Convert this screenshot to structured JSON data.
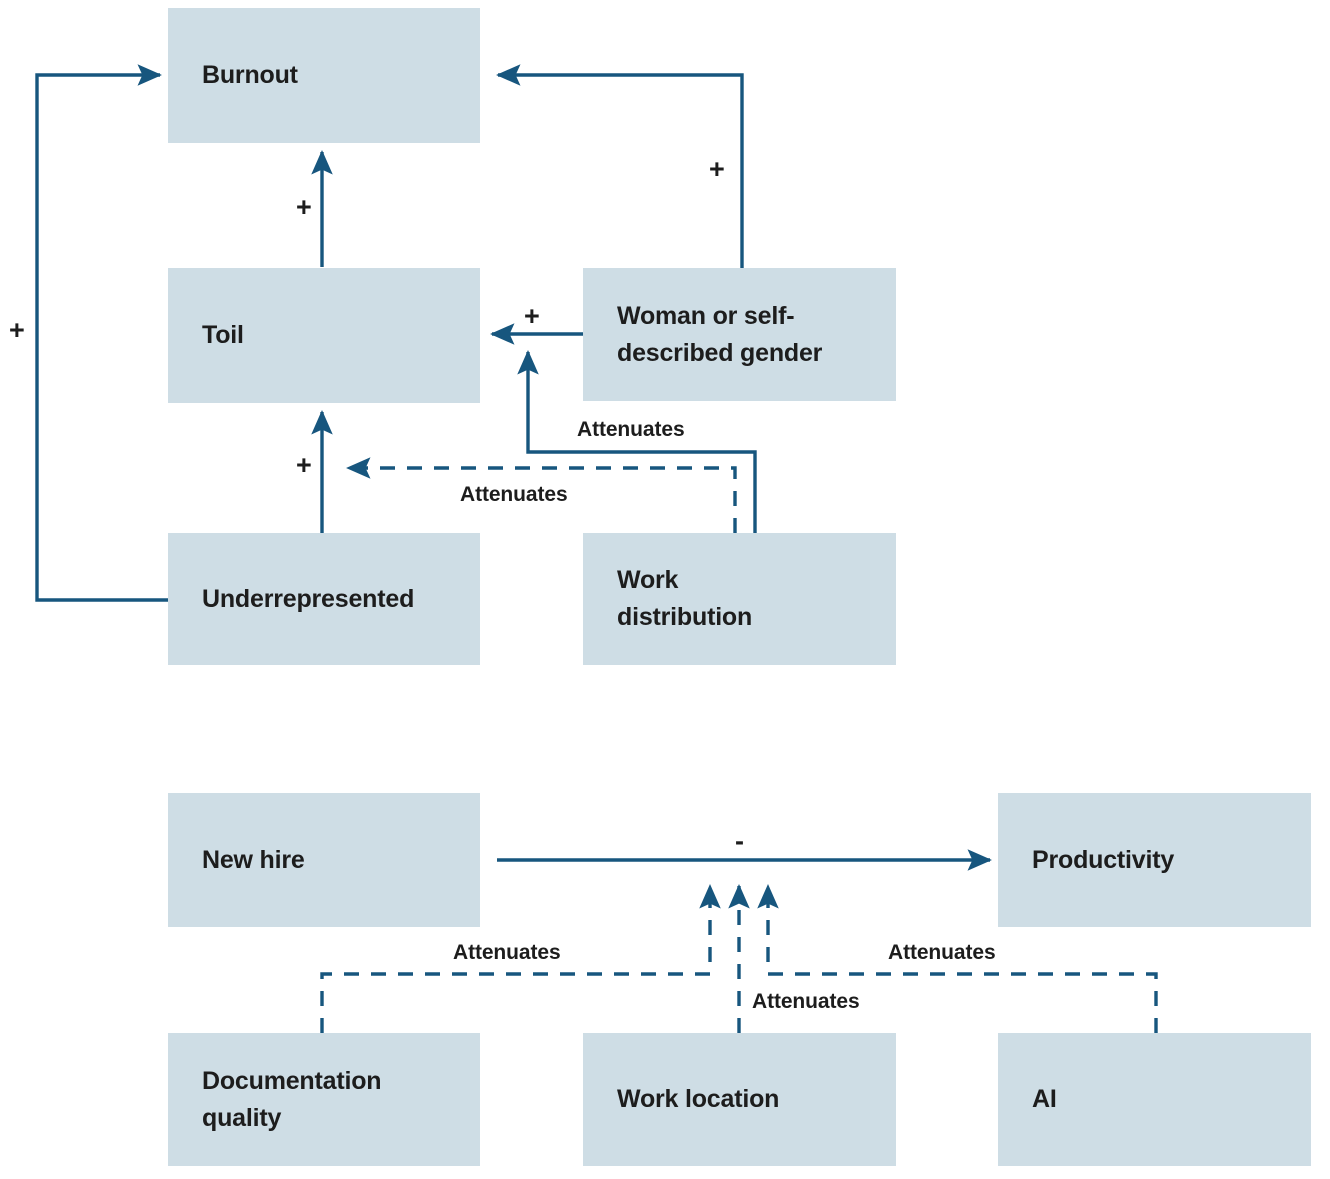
{
  "theme": {
    "node_fill": "#cedde5",
    "line_color": "#17567e",
    "text_color": "#1d1d1d",
    "background": "#ffffff"
  },
  "diagram": {
    "type": "causal-loop-diagram",
    "sections": [
      {
        "id": "burnout-section",
        "nodes": [
          {
            "id": "burnout",
            "label": "Burnout"
          },
          {
            "id": "toil",
            "label": "Toil"
          },
          {
            "id": "underrepresented",
            "label": "Underrepresented"
          },
          {
            "id": "woman-gender",
            "label": "Woman or self-\ndescribed gender"
          },
          {
            "id": "work-distribution",
            "label": "Work\ndistribution"
          }
        ],
        "edges": [
          {
            "from": "underrepresented",
            "to": "burnout",
            "sign": "+",
            "style": "solid"
          },
          {
            "from": "toil",
            "to": "burnout",
            "sign": "+",
            "style": "solid"
          },
          {
            "from": "underrepresented",
            "to": "toil",
            "sign": "+",
            "style": "solid"
          },
          {
            "from": "woman-gender",
            "to": "toil",
            "sign": "+",
            "style": "solid"
          },
          {
            "from": "woman-gender",
            "to": "burnout",
            "sign": "+",
            "style": "solid"
          },
          {
            "from": "work-distribution",
            "to": "woman-gender-toil-edge",
            "label": "Attenuates",
            "style": "solid"
          },
          {
            "from": "work-distribution",
            "to": "underrepresented-toil-edge",
            "label": "Attenuates",
            "style": "dashed"
          }
        ]
      },
      {
        "id": "productivity-section",
        "nodes": [
          {
            "id": "new-hire",
            "label": "New hire"
          },
          {
            "id": "productivity",
            "label": "Productivity"
          },
          {
            "id": "documentation-quality",
            "label": "Documentation\nquality"
          },
          {
            "id": "work-location",
            "label": "Work location"
          },
          {
            "id": "ai",
            "label": "AI"
          }
        ],
        "edges": [
          {
            "from": "new-hire",
            "to": "productivity",
            "sign": "-",
            "style": "solid"
          },
          {
            "from": "documentation-quality",
            "to": "new-hire-productivity-edge",
            "label": "Attenuates",
            "style": "dashed"
          },
          {
            "from": "work-location",
            "to": "new-hire-productivity-edge",
            "label": "Attenuates",
            "style": "dashed"
          },
          {
            "from": "ai",
            "to": "new-hire-productivity-edge",
            "label": "Attenuates",
            "style": "dashed"
          }
        ]
      }
    ],
    "signs": {
      "under_to_burnout": "+",
      "toil_to_burnout": "+",
      "under_to_toil": "+",
      "woman_to_toil": "+",
      "woman_to_burnout": "+",
      "newhire_to_productivity": "-"
    },
    "labels": {
      "attenuates_woman_toil": "Attenuates",
      "attenuates_under_toil": "Attenuates",
      "attenuates_doc": "Attenuates",
      "attenuates_ai": "Attenuates",
      "attenuates_worklocation": "Attenuates"
    }
  }
}
